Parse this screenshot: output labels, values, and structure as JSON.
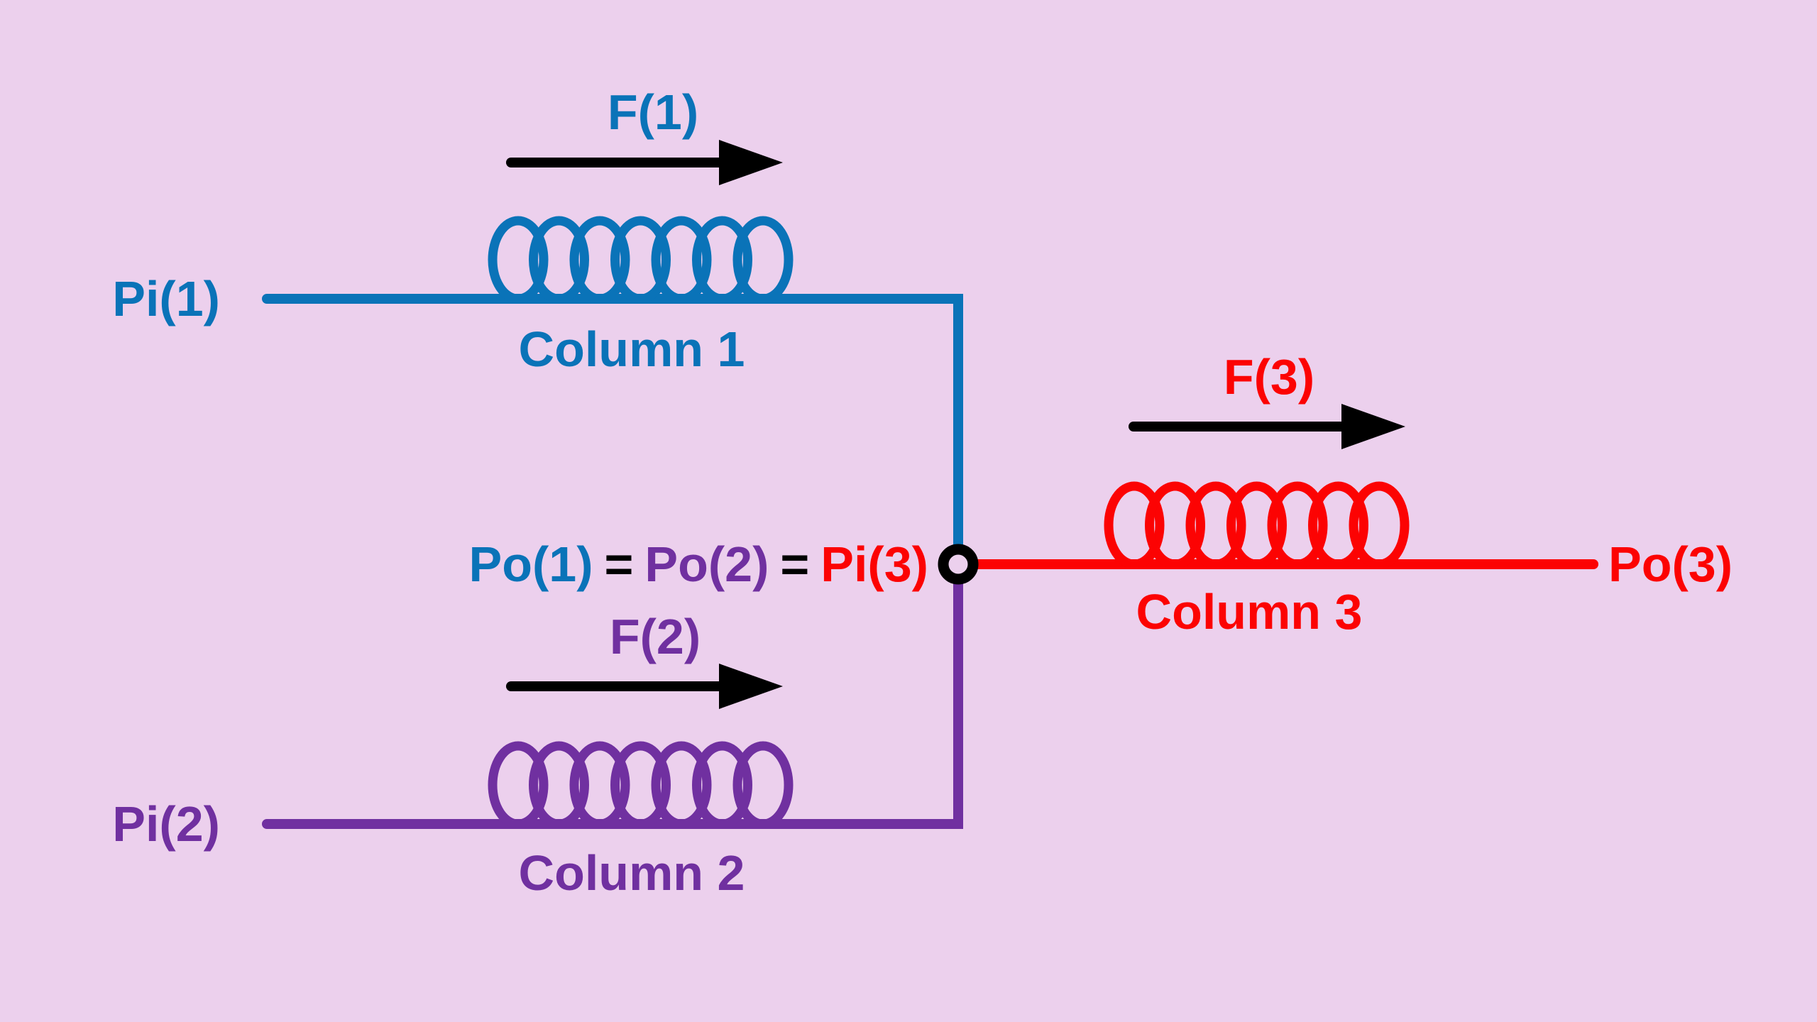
{
  "diagram": {
    "background_color": "#ecd0ed",
    "colors": {
      "column1_blue": "#0a73b8",
      "column2_purple": "#7030a0",
      "column3_red": "#fc0303",
      "arrow_black": "#000000"
    },
    "branch1": {
      "input_label": "Pi(1)",
      "force_label": "F(1)",
      "column_label": "Column 1"
    },
    "branch2": {
      "input_label": "Pi(2)",
      "force_label": "F(2)",
      "column_label": "Column 2"
    },
    "branch3": {
      "output_label": "Po(3)",
      "force_label": "F(3)",
      "column_label": "Column 3"
    },
    "junction_equation": {
      "po1": "Po(1)",
      "eq1": "=",
      "po2": "Po(2)",
      "eq2": "=",
      "pi3": "Pi(3)"
    }
  }
}
